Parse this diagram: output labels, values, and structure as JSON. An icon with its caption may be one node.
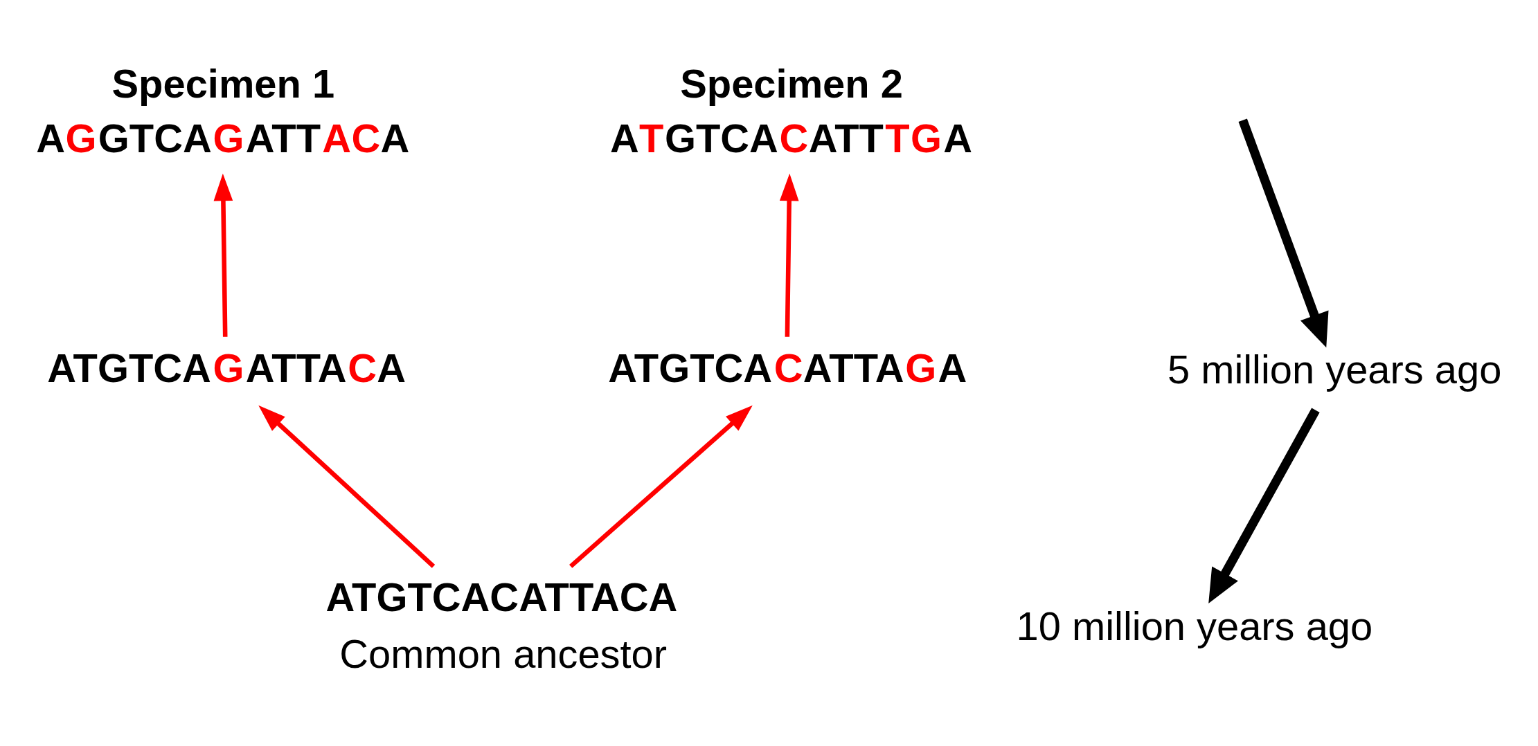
{
  "diagram": {
    "nodes": [
      {
        "text": [
          "Specimen 1",
          "AGGTCAGATTACA"
        ]
      },
      {
        "text": [
          "ATGTCAGATTACA"
        ]
      },
      {
        "text": [
          "Specimen 2",
          "ATGTCACATTTGA"
        ]
      },
      {
        "text": [
          "ATGTCACATTAGA"
        ]
      },
      {
        "text": [
          "ATGTCACATTACA",
          "Common ancestor"
        ]
      },
      {
        "text": [
          "5 million years ago"
        ]
      },
      {
        "text": [
          "10 million years ago"
        ]
      }
    ],
    "edges": [
      {
        "from": 4,
        "to": 1,
        "arrow": "to"
      },
      {
        "from": 1,
        "to": 0,
        "arrow": "to"
      },
      {
        "from": 4,
        "to": 3,
        "arrow": "to"
      },
      {
        "from": 3,
        "to": 2,
        "arrow": "to"
      },
      {
        "from": null,
        "to": 5,
        "arrow": "to",
        "style": "thick",
        "color": "#000000"
      },
      {
        "from": 5,
        "to": 6,
        "arrow": "to",
        "style": "thick",
        "color": "#000000"
      }
    ]
  }
}
